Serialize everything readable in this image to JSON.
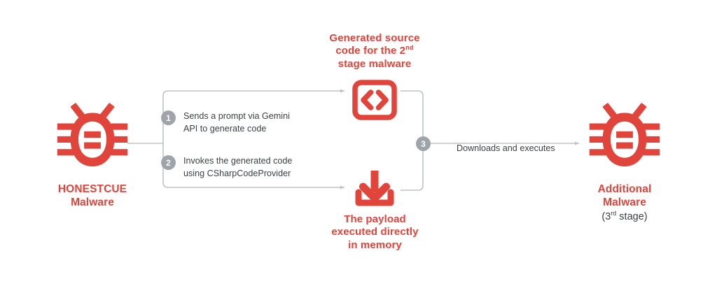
{
  "diagram": {
    "title": "HONESTCUE malware Gemini code-generation flow",
    "background_color": "#ffffff",
    "accent_color": "#E1443B",
    "badge_color": "#9EA4A9",
    "wire_color": "#BFC3C7",
    "text_color": "#3c4043"
  },
  "source_node": {
    "icon": "bug-icon",
    "label_line1": "HONESTCUE",
    "label_line2": "Malware"
  },
  "steps": [
    {
      "number": "1",
      "text": "Sends a prompt via Gemini\nAPI to generate code"
    },
    {
      "number": "2",
      "text": "Invokes the generated code\nusing CSharpCodeProvider"
    },
    {
      "number": "3",
      "text": "Downloads and executes"
    }
  ],
  "branch_top": {
    "icon": "code-brackets-icon",
    "caption_line1": "Generated source",
    "caption_line2_pre": "code for the 2",
    "caption_line2_sup": "nd",
    "caption_line3": "stage malware"
  },
  "branch_bottom": {
    "icon": "download-icon",
    "caption_line1": "The payload",
    "caption_line2": "executed directly",
    "caption_line3": "in memory"
  },
  "target_node": {
    "icon": "bug-icon",
    "label_line1": "Additional",
    "label_line2": "Malware",
    "label_line3_pre": "(3",
    "label_line3_sup": "rd",
    "label_line3_post": " stage)"
  }
}
